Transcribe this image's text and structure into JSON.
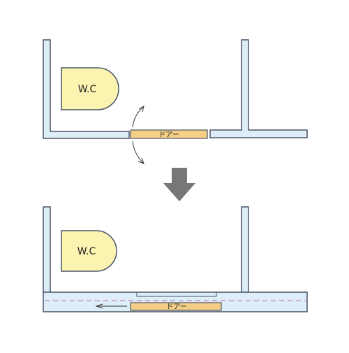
{
  "before": {
    "toilet_label": "W.C",
    "door_label": "ドアー",
    "door_type": "hinged-swing"
  },
  "transition": {
    "arrow_icon": "down-arrow-icon"
  },
  "after": {
    "toilet_label": "W.C",
    "door_label": "ドアー",
    "door_type": "sliding",
    "slide_direction": "left"
  },
  "colors": {
    "wall_fill": "#deeef8",
    "wall_stroke": "#4a5566",
    "fixture_fill": "#fbf3b0",
    "door_fill": "#f5cf86",
    "arrow_fill": "#777777",
    "rail_dash": "#b46ab0"
  }
}
